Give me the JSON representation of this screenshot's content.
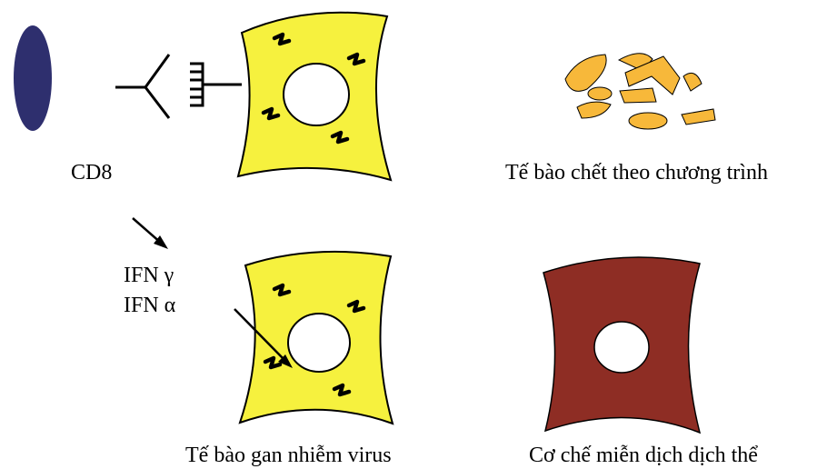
{
  "labels": {
    "cd8": "CD8",
    "apoptosis": "Tế bào chết theo chương trình",
    "ifn_gamma": "IFN γ",
    "ifn_alpha": "IFN α",
    "infected_cell": "Tế bào gan nhiễm virus",
    "humoral": "Cơ chế miễn dịch dịch thể"
  },
  "colors": {
    "cd8_cell": "#2e2f6e",
    "infected_cell": "#f6f13e",
    "fragments": "#f7b83a",
    "dead_cell": "#8e2d24",
    "outline": "#000000"
  }
}
